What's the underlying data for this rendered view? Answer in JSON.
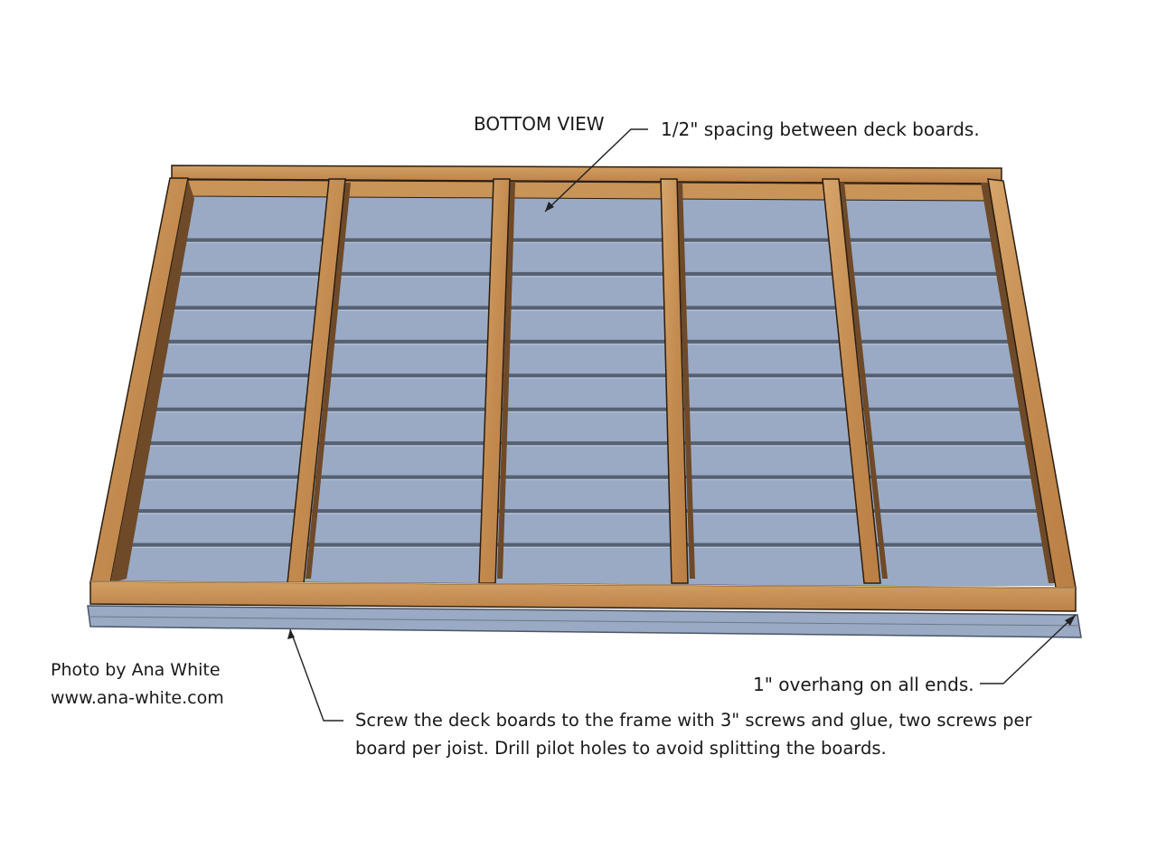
{
  "annotations": {
    "bottom_view": "BOTTOM VIEW",
    "spacing": "1/2\" spacing between deck boards.",
    "overhang": "1\" overhang on all ends.",
    "screw_line1": "Screw the deck boards to the frame with 3\" screws and glue, two screws per",
    "screw_line2": "board per joist.  Drill pilot holes to avoid splitting the boards."
  },
  "credit": {
    "photo_by": "Photo by Ana White",
    "website": "www.ana-white.com"
  },
  "colors": {
    "deck_board": "#9aaac4",
    "deck_gap": "#556070",
    "wood_light": "#cf9a5e",
    "wood_mid": "#bb8147",
    "wood_dark": "#6e4a28",
    "outline": "#2a1d10",
    "leader_line": "#222222"
  },
  "structure": {
    "joist_count": 6,
    "deck_board_count": 11
  }
}
